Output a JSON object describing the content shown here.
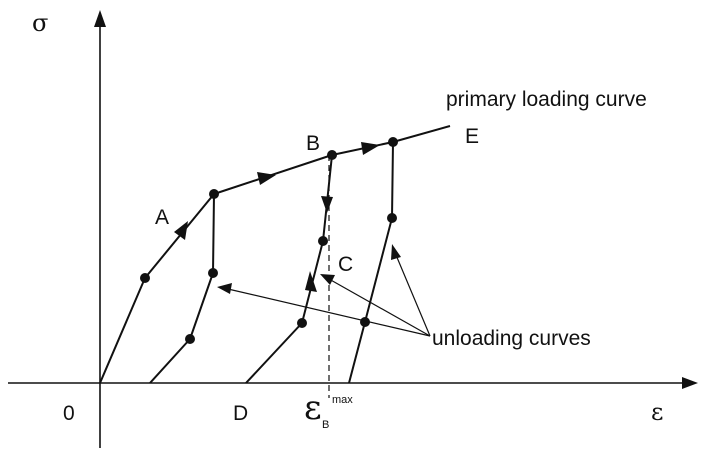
{
  "axes": {
    "y_label": "σ",
    "x_label": "ε",
    "origin_label": "0"
  },
  "points": {
    "A": "A",
    "B": "B",
    "C": "C",
    "D": "D",
    "E": "E"
  },
  "strain_label": {
    "symbol": "ε",
    "superscript": "max",
    "subscript": "B"
  },
  "annotations": {
    "primary_curve": "primary loading curve",
    "unloading_curves": "unloading curves"
  }
}
